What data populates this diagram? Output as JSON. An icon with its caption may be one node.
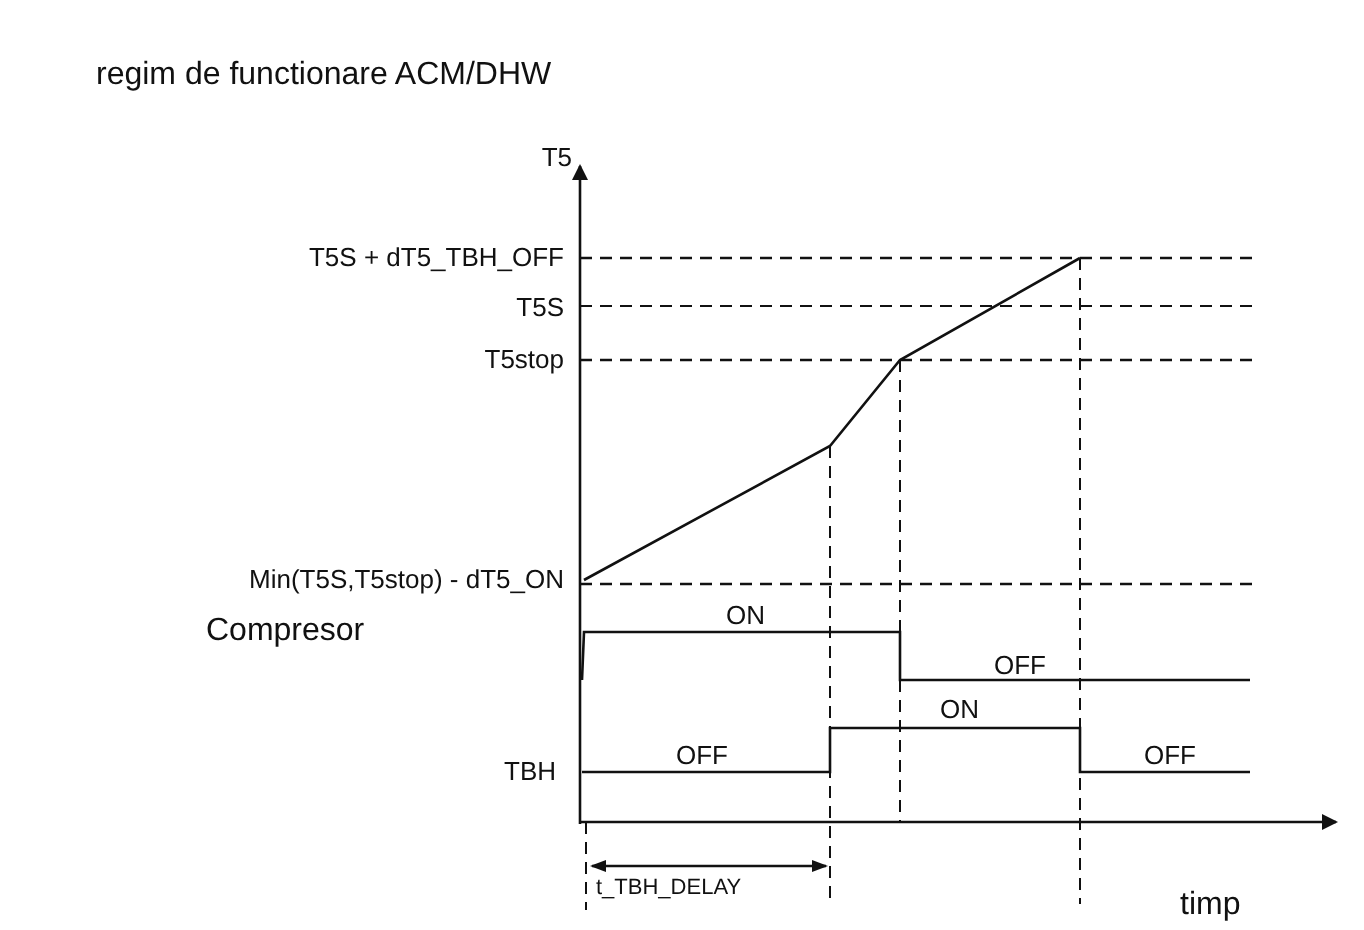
{
  "diagram": {
    "title": "regim de functionare ACM/DHW",
    "labels": [
      "T5",
      "T5S + dT5_TBH_OFF",
      "T5S",
      "T5stop",
      "Min(T5S,T5stop) - dT5_ON",
      "Compresor",
      "ON",
      "OFF",
      "ON",
      "TBH",
      "OFF",
      "OFF",
      "t_TBH_DELAY",
      "timp"
    ]
  }
}
